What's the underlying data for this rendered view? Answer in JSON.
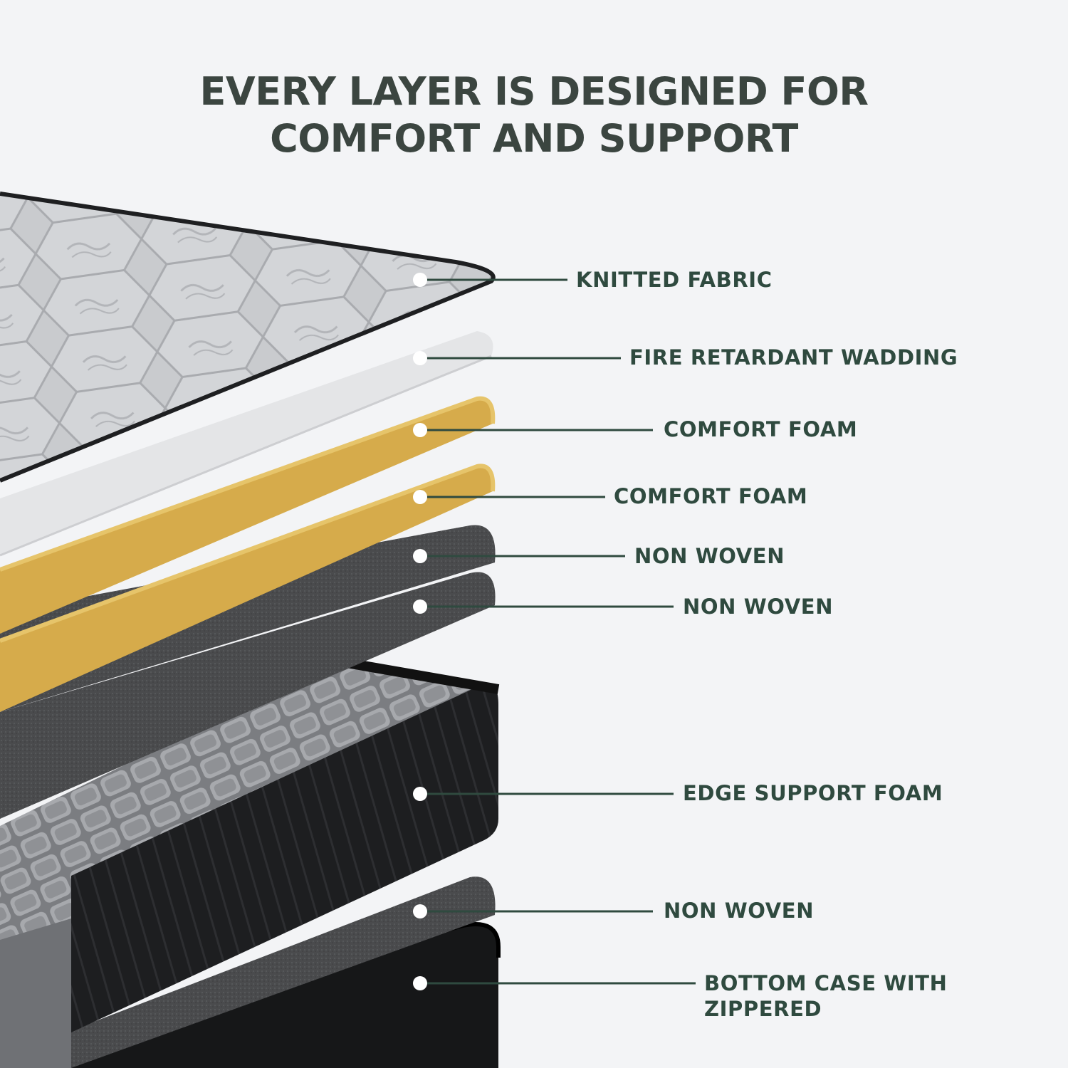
{
  "title": {
    "line1": "EVERY LAYER IS DESIGNED FOR",
    "line2": "COMFORT AND SUPPORT"
  },
  "colors": {
    "heading": "#3b4540",
    "label": "#2f4a3f",
    "leader_line": "#2f4a3f",
    "background": "#f3f4f6",
    "knitted_fabric": "#c9cbce",
    "wadding": "#e4e5e7",
    "comfort_foam": "#d6ab4b",
    "non_woven": "#4a4b4d",
    "edge_support_foam": "#1d1e20",
    "bottom_case": "#161718"
  },
  "layers": [
    {
      "label": "KNITTED FABRIC"
    },
    {
      "label": "FIRE RETARDANT WADDING"
    },
    {
      "label": "COMFORT FOAM"
    },
    {
      "label": "COMFORT FOAM"
    },
    {
      "label": "NON WOVEN"
    },
    {
      "label": "NON WOVEN"
    },
    {
      "label": "EDGE SUPPORT FOAM"
    },
    {
      "label": "NON WOVEN"
    },
    {
      "label": "BOTTOM CASE WITH",
      "label_line2": "ZIPPERED"
    }
  ]
}
